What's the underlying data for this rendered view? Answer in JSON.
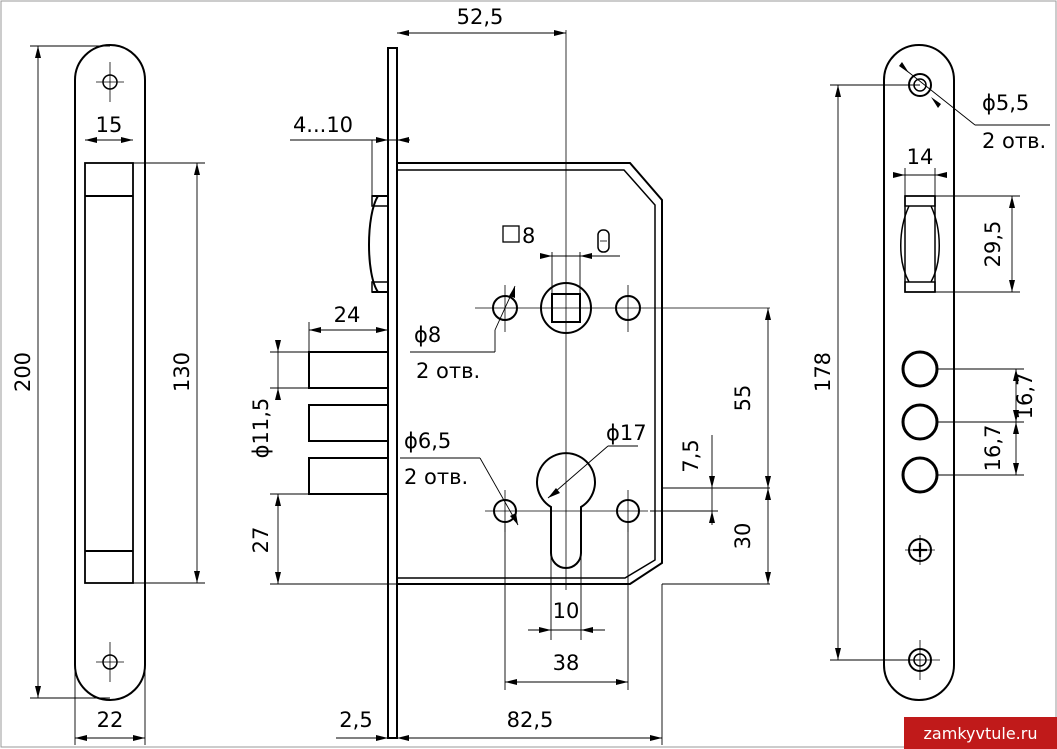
{
  "dims": {
    "d52_5": "52,5",
    "d4_10": "4...10",
    "d15": "15",
    "d200": "200",
    "d130": "130",
    "d22": "22",
    "d8sq": "8",
    "d8dia": "ϕ8",
    "d2otv_a": "2 отв.",
    "d24": "24",
    "d11_5": "ϕ11,5",
    "d6_5": "ϕ6,5",
    "d2otv_b": "2 отв.",
    "d27": "27",
    "d17": "ϕ17",
    "d7_5": "7,5",
    "d55": "55",
    "d30": "30",
    "d10": "10",
    "d38": "38",
    "d2_5": "2,5",
    "d82_5": "82,5",
    "d5_5": "ϕ5,5",
    "d2otv_c": "2 отв.",
    "d14": "14",
    "d29_5": "29,5",
    "d178": "178",
    "d16_7a": "16,7",
    "d16_7b": "16,7"
  },
  "watermark": "zamkyvtule.ru"
}
